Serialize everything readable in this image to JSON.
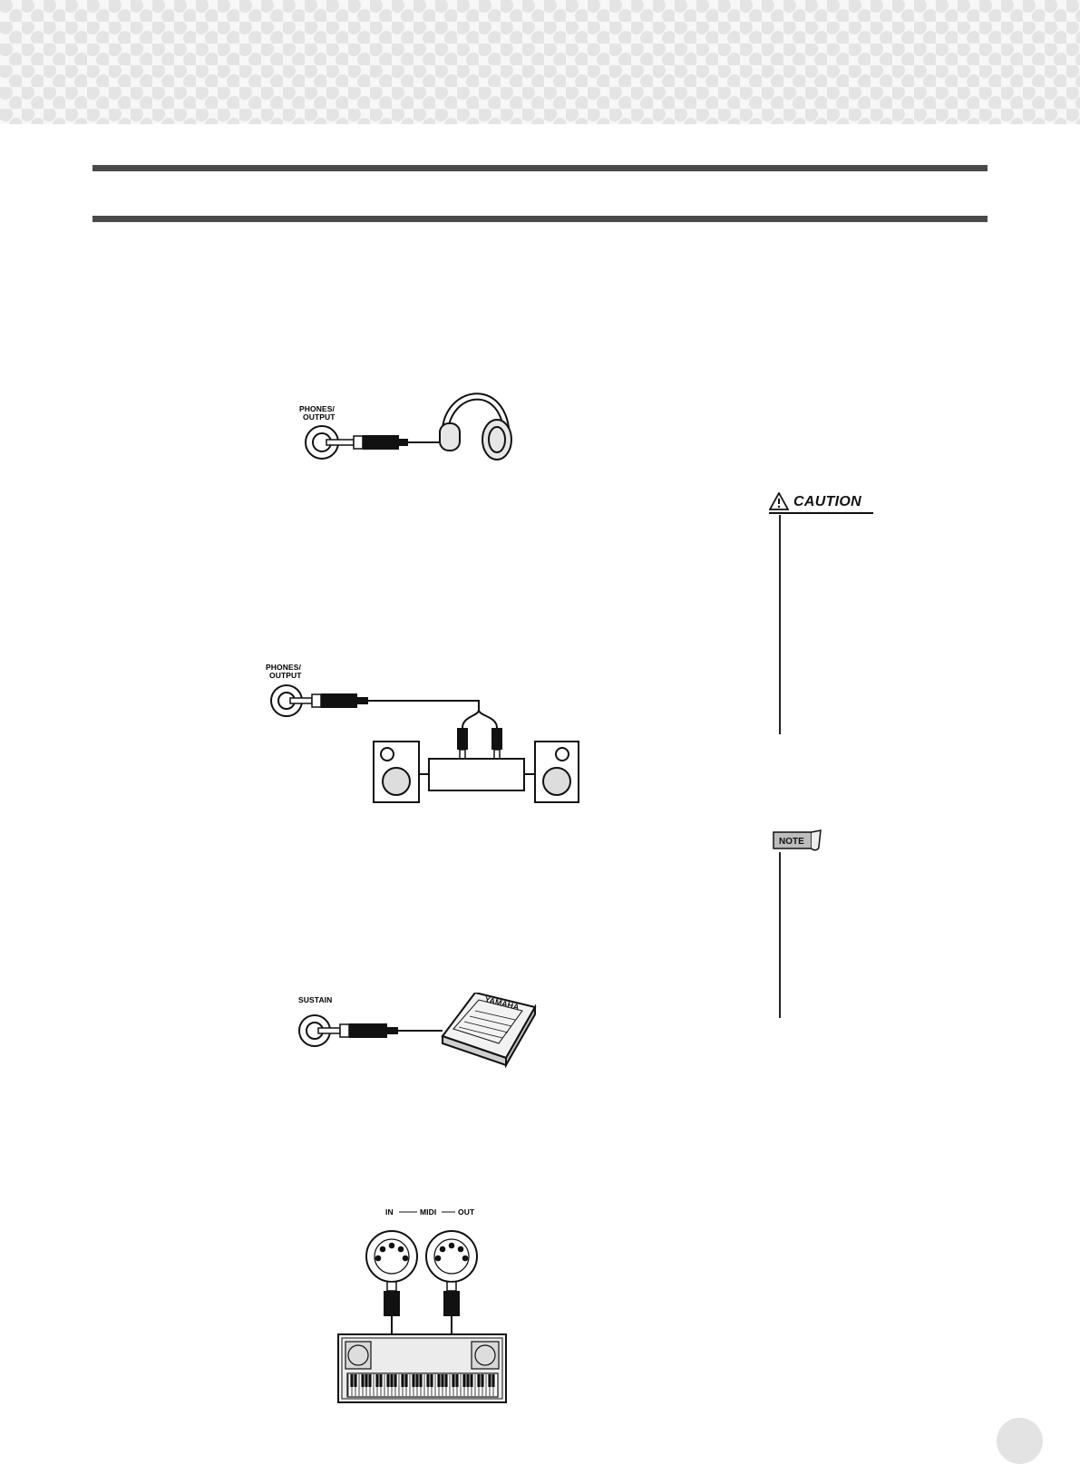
{
  "figures": {
    "headphones": {
      "jack_label": "PHONES/\nOUTPUT",
      "jack_line1": "PHONES/",
      "jack_line2": "OUTPUT"
    },
    "stereo": {
      "jack_line1": "PHONES/",
      "jack_line2": "OUTPUT"
    },
    "sustain": {
      "jack_label": "SUSTAIN",
      "pedal_brand": "YAMAHA"
    },
    "midi": {
      "in_label": "IN",
      "midi_label": "MIDI",
      "out_label": "OUT"
    }
  },
  "sidebar": {
    "caution_label": "CAUTION",
    "note_label": "NOTE"
  },
  "colors": {
    "rule": "#4a4a4a",
    "header_dots": "#e0e0e0",
    "page_circle": "#e3e3e3"
  }
}
